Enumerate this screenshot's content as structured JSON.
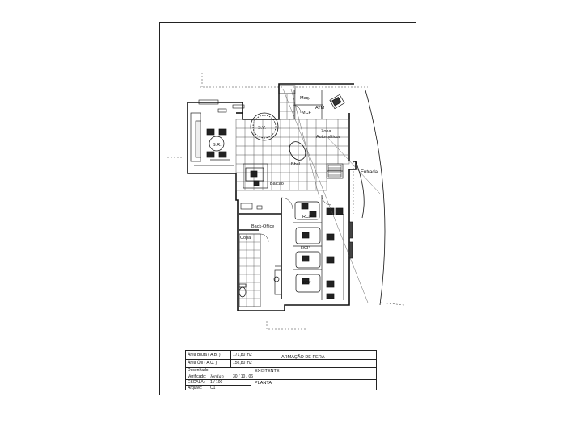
{
  "rooms": {
    "maq": "Maq.",
    "atm": "ATM",
    "mcf": "MCF",
    "sv": "S.V.",
    "zona": "Zona",
    "automaticos": "Automáticos",
    "sr": "S.R.",
    "bbal": "Bbal",
    "entrada": "Entrada",
    "balcao": "Balcão",
    "backoffice": "Back-Office",
    "rcp1": "RCP",
    "rcp2": "RCP",
    "rcp3": "RCP",
    "copa": "Copa"
  },
  "titleblock": {
    "area_bruta_label": "Área Bruta ( A.B. )",
    "area_bruta_value": "171,80 m2",
    "area_util_label": "Área Útil ( A.U. )",
    "area_util_value": "156,80 m2",
    "desenhado_label": "Desenhado:",
    "verificado_label": "Verificado:",
    "verificado_sig": "Jordan",
    "verificado_date": "30 / 10 / 06",
    "escala_label": "ESCALA:",
    "escala_value": "1 / 100",
    "arquivo_label": "Arquivo:",
    "arquivo_value": "C1",
    "project": "ARMAÇÃO DE PERA",
    "status": "EXISTENTE",
    "drawing": "PLANTA"
  }
}
